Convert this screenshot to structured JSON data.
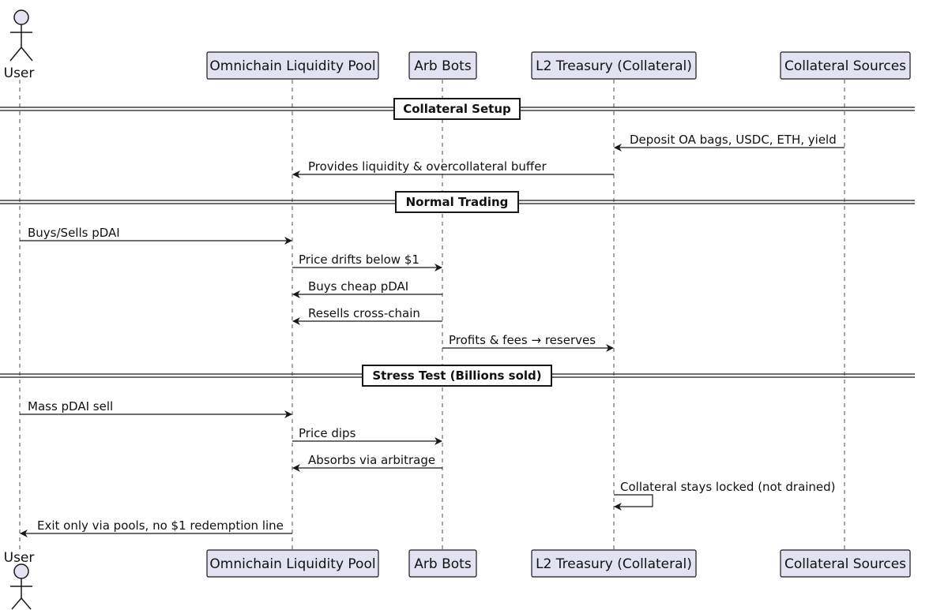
{
  "participants": [
    {
      "id": "user",
      "label": "User",
      "kind": "actor"
    },
    {
      "id": "pool",
      "label": "Omnichain Liquidity Pool",
      "kind": "box"
    },
    {
      "id": "bots",
      "label": "Arb Bots",
      "kind": "box"
    },
    {
      "id": "treasury",
      "label": "L2 Treasury (Collateral)",
      "kind": "box"
    },
    {
      "id": "sources",
      "label": "Collateral Sources",
      "kind": "box"
    }
  ],
  "sections": [
    {
      "id": "setup",
      "label": "Collateral Setup"
    },
    {
      "id": "trading",
      "label": "Normal Trading"
    },
    {
      "id": "stress",
      "label": "Stress Test (Billions sold)"
    }
  ],
  "messages": [
    {
      "from": "sources",
      "to": "treasury",
      "label": "Deposit OA bags, USDC, ETH, yield"
    },
    {
      "from": "treasury",
      "to": "pool",
      "label": "Provides liquidity & overcollateral buffer"
    },
    {
      "from": "user",
      "to": "pool",
      "label": "Buys/Sells pDAI"
    },
    {
      "from": "pool",
      "to": "bots",
      "label": "Price drifts below $1"
    },
    {
      "from": "bots",
      "to": "pool",
      "label": "Buys cheap pDAI"
    },
    {
      "from": "bots",
      "to": "pool",
      "label": "Resells cross-chain"
    },
    {
      "from": "bots",
      "to": "treasury",
      "label": "Profits & fees → reserves"
    },
    {
      "from": "user",
      "to": "pool",
      "label": "Mass pDAI sell"
    },
    {
      "from": "pool",
      "to": "bots",
      "label": "Price dips"
    },
    {
      "from": "bots",
      "to": "pool",
      "label": "Absorbs via arbitrage"
    },
    {
      "from": "treasury",
      "to": "treasury",
      "label": "Collateral stays locked (not drained)"
    },
    {
      "from": "pool",
      "to": "user",
      "label": "Exit only via pools, no $1 redemption line"
    }
  ],
  "colors": {
    "participant_fill": "#e2e2f0",
    "participant_border": "#181818",
    "line": "#181818",
    "lifeline": "#181818",
    "text": "#111111",
    "background": "#ffffff"
  }
}
